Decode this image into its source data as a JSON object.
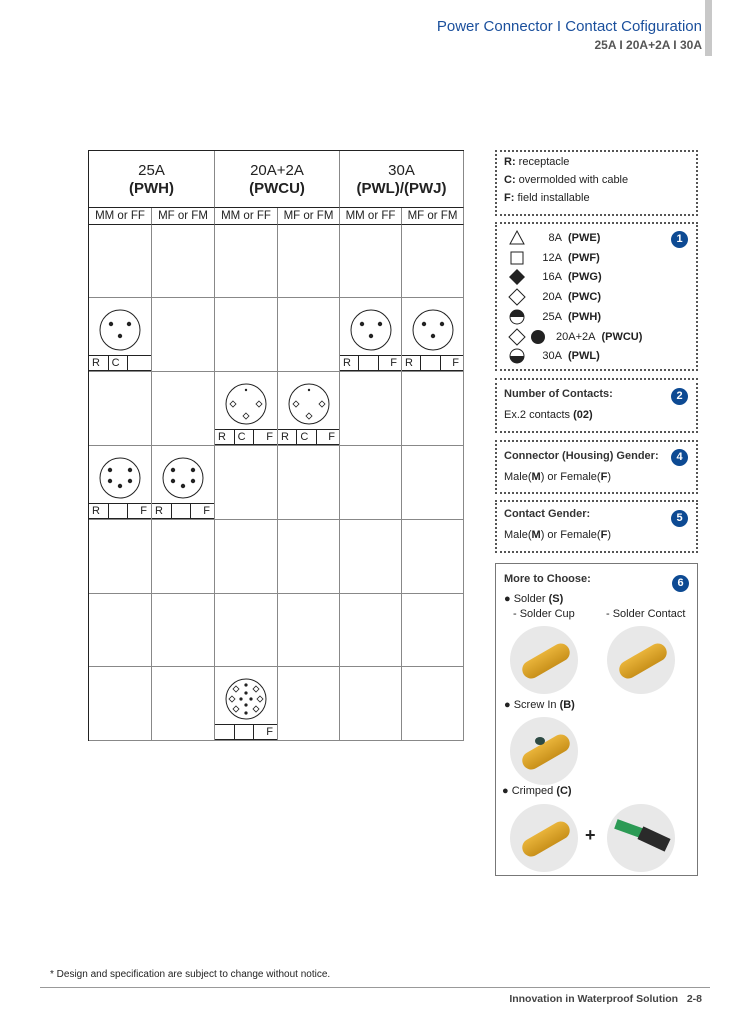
{
  "header": {
    "title": "Power Connector I Contact Cofiguration",
    "subtitle": "25A I 20A+2A I 30A"
  },
  "table": {
    "groups": [
      {
        "amp": "25A",
        "code": "(PWH)"
      },
      {
        "amp": "20A+2A",
        "code": "(PWCU)"
      },
      {
        "amp": "30A",
        "code": "(PWL)/(PWJ)"
      }
    ],
    "subheaders": [
      "MM or FF",
      "MF or FM",
      "MM or FF",
      "MF or FM",
      "MM or FF",
      "MF or FM"
    ],
    "connectors": [
      {
        "row": 1,
        "col": 0,
        "type": "3-pin",
        "labels": [
          "R",
          "C",
          ""
        ]
      },
      {
        "row": 1,
        "col": 4,
        "type": "3-pin",
        "labels": [
          "R",
          "",
          "F"
        ]
      },
      {
        "row": 1,
        "col": 5,
        "type": "3-pin",
        "labels": [
          "R",
          "",
          "F"
        ]
      },
      {
        "row": 2,
        "col": 2,
        "type": "4-pin",
        "labels": [
          "R",
          "C",
          "F"
        ]
      },
      {
        "row": 2,
        "col": 3,
        "type": "4-pin",
        "labels": [
          "R",
          "C",
          "F"
        ]
      },
      {
        "row": 3,
        "col": 0,
        "type": "5-pin",
        "labels": [
          "R",
          "",
          "F"
        ]
      },
      {
        "row": 3,
        "col": 1,
        "type": "5-pin",
        "labels": [
          "R",
          "",
          "F"
        ]
      },
      {
        "row": 6,
        "col": 2,
        "type": "10-pin",
        "labels": [
          "",
          "",
          "F"
        ]
      }
    ]
  },
  "legend": {
    "abbrev": [
      {
        "k": "R:",
        "v": "receptacle"
      },
      {
        "k": "C:",
        "v": "overmolded with cable"
      },
      {
        "k": "F:",
        "v": "field installable"
      }
    ],
    "sizes": {
      "badge": "1",
      "items": [
        {
          "icon": "triangle",
          "amp": "8A",
          "code": "(PWE)"
        },
        {
          "icon": "square",
          "amp": "12A",
          "code": "(PWF)"
        },
        {
          "icon": "filled-diamond",
          "amp": "16A",
          "code": "(PWG)"
        },
        {
          "icon": "diamond",
          "amp": "20A",
          "code": "(PWC)"
        },
        {
          "icon": "half-top-circle",
          "amp": "25A",
          "code": "(PWH)"
        },
        {
          "icon": "diamond-and-dot",
          "amp": "20A+2A",
          "code": "(PWCU)"
        },
        {
          "icon": "half-bottom-circle",
          "amp": "30A",
          "code": "(PWL)"
        }
      ]
    },
    "contacts": {
      "badge": "2",
      "title": "Number of Contacts:",
      "text": "Ex.2 contacts ",
      "bold": "(02)"
    },
    "housing": {
      "badge": "4",
      "title": "Connector (Housing) Gender:",
      "t1": "Male(",
      "m": "M",
      "t2": ") or Female(",
      "f": "F",
      "t3": ")"
    },
    "contact_gender": {
      "badge": "5",
      "title": "Contact Gender:",
      "t1": "Male(",
      "m": "M",
      "t2": ") or Female(",
      "f": "F",
      "t3": ")"
    },
    "more": {
      "badge": "6",
      "title": "More to Choose:",
      "solder": "Solder ",
      "solder_code": "(S)",
      "cup": "- Solder Cup",
      "contact": "- Solder Contact",
      "screw": "Screw In ",
      "screw_code": "(B)",
      "crimp": "Crimped ",
      "crimp_code": "(C)",
      "plus": "+"
    }
  },
  "footer": {
    "note": "* Design and specification are subject to change without notice.",
    "text": "Innovation in Waterproof Solution   2-8"
  },
  "colors": {
    "brand": "#1a4f9c",
    "badge": "#0d4a93",
    "pipe": "#d9a42a"
  }
}
